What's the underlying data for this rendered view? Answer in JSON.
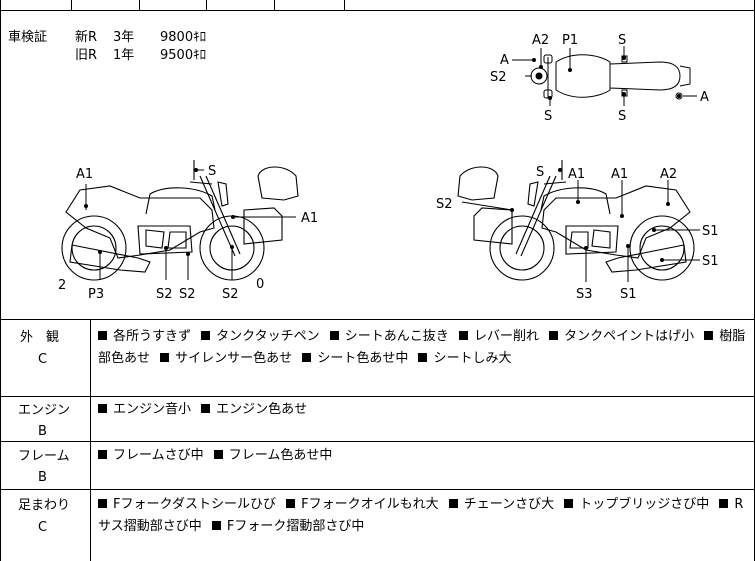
{
  "shaken": {
    "label": "車検証",
    "new_line": {
      "tag": "新R",
      "years": "3年",
      "price": "9800ｷﾛ"
    },
    "old_line": {
      "tag": "旧R",
      "years": "1年",
      "price": "9500ｷﾛ"
    }
  },
  "diagram": {
    "top_view": {
      "a_left": "A",
      "a2": "A2",
      "p1": "P1",
      "s_top": "S",
      "s2": "S2",
      "s_bottom_left": "S",
      "s_bottom_right": "S",
      "a_right": "A"
    },
    "left_view": {
      "a1": "A1",
      "s": "S",
      "a1_right": "A1",
      "num2": "2",
      "p3": "P3",
      "s2_a": "S2",
      "s2_b": "S2",
      "s2_c": "S2",
      "num0": "0"
    },
    "right_view": {
      "s": "S",
      "a1_a": "A1",
      "a1_b": "A1",
      "a2": "A2",
      "s2": "S2",
      "s1_a": "S1",
      "s1_b": "S1",
      "s3": "S3",
      "s1_c": "S1"
    }
  },
  "sections": [
    {
      "label": "外　観",
      "grade": "C",
      "items": [
        "各所うすきず",
        "タンクタッチペン",
        "シートあんこ抜き",
        "レバー削れ",
        "タンクペイントはげ小",
        "樹脂部色あせ",
        "サイレンサー色あせ",
        "シート色あせ中",
        "シートしみ大"
      ]
    },
    {
      "label": "エンジン",
      "grade": "B",
      "items": [
        "エンジン音小",
        "エンジン色あせ"
      ]
    },
    {
      "label": "フレーム",
      "grade": "B",
      "items": [
        "フレームさび中",
        "フレーム色あせ中"
      ]
    },
    {
      "label": "足まわり",
      "grade": "C",
      "items": [
        "Fフォークダストシールひび",
        "Fフォークオイルもれ大",
        "チェーンさび大",
        "トップブリッジさび中",
        "Rサス摺動部さび中",
        "Fフォーク摺動部さび中"
      ]
    }
  ]
}
